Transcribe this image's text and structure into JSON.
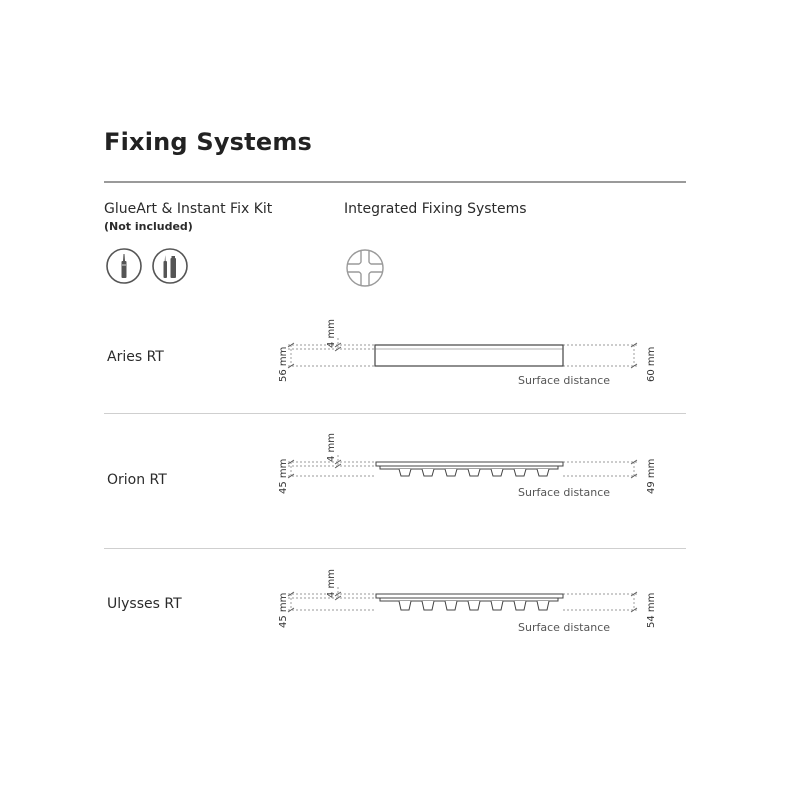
{
  "page": {
    "title": "Fixing Systems"
  },
  "fixing": {
    "glue": {
      "title": "GlueArt & Instant Fix Kit",
      "note": "(Not included)",
      "icons": [
        "glue-cartridge-icon",
        "fix-kit-icon"
      ]
    },
    "integrated": {
      "title": "Integrated Fixing Systems",
      "icons": [
        "integrated-fixing-icon"
      ]
    }
  },
  "products": [
    {
      "name": "Aries RT",
      "thickness": "56 mm",
      "top": "4 mm",
      "total": "60 mm",
      "surface": "Surface distance",
      "profile": "flat"
    },
    {
      "name": "Orion RT",
      "thickness": "45 mm",
      "top": "4 mm",
      "total": "49 mm",
      "surface": "Surface distance",
      "profile": "ribbed"
    },
    {
      "name": "Ulysses RT",
      "thickness": "45 mm",
      "top": "4 mm",
      "total": "54 mm",
      "surface": "Surface distance",
      "profile": "ribbed"
    }
  ]
}
